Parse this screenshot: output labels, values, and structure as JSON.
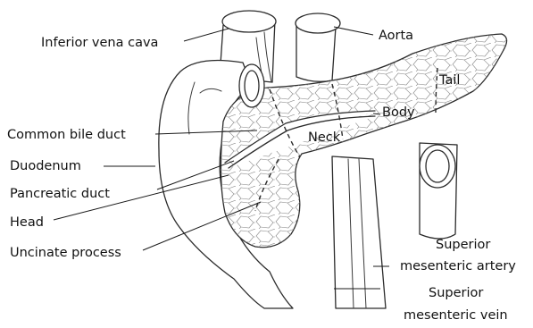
{
  "labels": {
    "inferior_vena_cava": "Inferior vena cava",
    "aorta": "Aorta",
    "tail": "Tail",
    "body": "Body",
    "neck": "Neck",
    "common_bile_duct": "Common bile duct",
    "duodenum": "Duodenum",
    "pancreatic_duct": "Pancreatic duct",
    "head": "Head",
    "uncinate_process": "Uncinate process",
    "sma_line1": "Superior",
    "sma_line2": "mesenteric artery",
    "smv_line1": "Superior",
    "smv_line2": "mesenteric vein"
  }
}
